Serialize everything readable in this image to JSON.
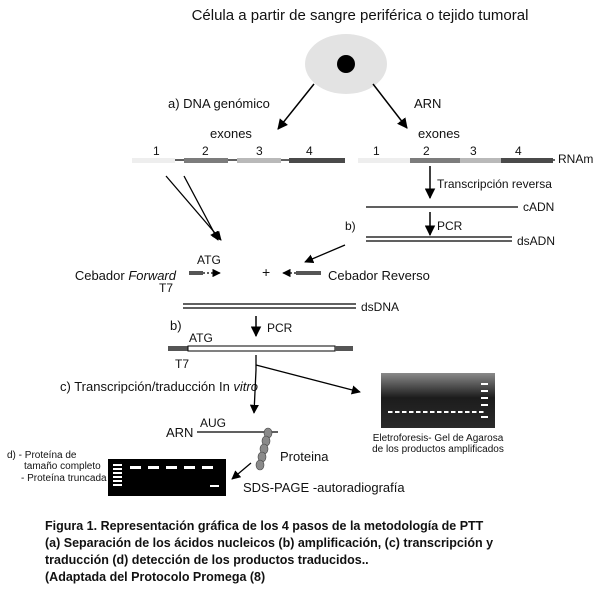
{
  "title": "Célula a partir de sangre periférica o tejido tumoral",
  "left_branch": {
    "label": "a) DNA genómico",
    "exons_label": "exones",
    "exon_numbers": [
      "1",
      "2",
      "3",
      "4"
    ]
  },
  "right_branch": {
    "label": "ARN",
    "exons_label": "exones",
    "exon_numbers": [
      "1",
      "2",
      "3",
      "4"
    ],
    "strand_label": "RNAm",
    "rt_label": "Transcripción reversa",
    "cadn_label": "cADN",
    "b_label": "b)",
    "pcr_label": "PCR",
    "dsadn_label": "dsADN"
  },
  "primers": {
    "atg": "ATG",
    "forward_prefix": "Cebador ",
    "forward_italic": "Forward",
    "t7": "T7",
    "plus": "+",
    "reverse": "Cebador Reverso",
    "dsdna": "dsDNA"
  },
  "pcr2": {
    "b_label": "b)",
    "atg": "ATG",
    "pcr_label": "PCR",
    "t7": "T7"
  },
  "transcription": {
    "prefix": "c) Transcripción/traducción In ",
    "italic": "vitro",
    "arn": "ARN",
    "aug": "AUG",
    "protein": "Proteina"
  },
  "gel_right": {
    "caption_line1": "Eletroforesis- Gel de Agarosa",
    "caption_line2": "de los productos amplificados"
  },
  "detection": {
    "d_line1": "d) - Proteína de",
    "d_line2": "tamaño completo",
    "d_line3": "- Proteína truncada",
    "sds_label": "SDS-PAGE -autoradiografía"
  },
  "caption": {
    "line1": "Figura 1. Representación gráfica de los 4 pasos de la metodología de PTT",
    "line2": "(a) Separación de los ácidos nucleicos (b) amplificación, (c) transcripción y",
    "line3": "traducción (d) detección de los productos traducidos..",
    "line4": "(Adaptada del Protocolo Promega (8)"
  },
  "colors": {
    "cell": "#e3e3e3",
    "nucleus": "#000000",
    "exon_1": "#eeeeee",
    "exon_2": "#7c7c7c",
    "exon_3": "#b9b9b9",
    "exon_4": "#4a4a4a",
    "primer": "#555555",
    "gel": "#000000",
    "bead": "#8a8a8a"
  }
}
